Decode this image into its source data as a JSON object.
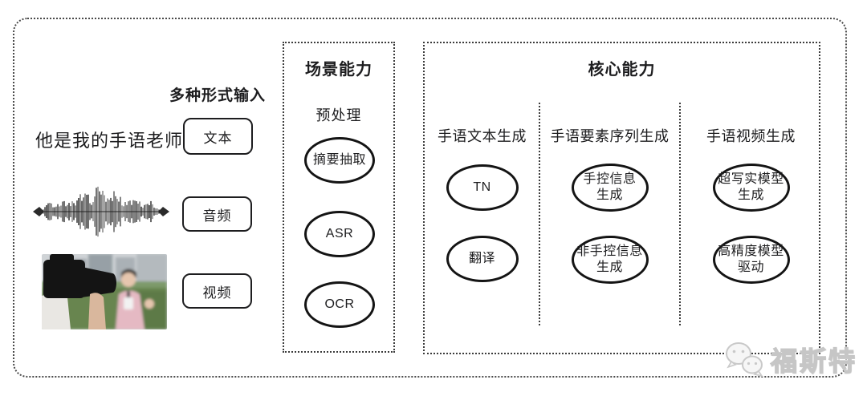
{
  "input_section": {
    "header": "多种形式输入",
    "sentence": "他是我的手语老师",
    "inputs": [
      {
        "label": "文本"
      },
      {
        "label": "音频"
      },
      {
        "label": "视频"
      }
    ]
  },
  "scene_section": {
    "title": "场景能力",
    "subtitle": "预处理",
    "nodes": [
      "摘要抽取",
      "ASR",
      "OCR"
    ]
  },
  "core_section": {
    "title": "核心能力",
    "columns": [
      {
        "header": "手语文本生成",
        "nodes": [
          "TN",
          "翻译"
        ]
      },
      {
        "header": "手语要素序列生成",
        "nodes": [
          "手控信息\n生成",
          "非手控信息\n生成"
        ]
      },
      {
        "header": "手语视频生成",
        "nodes": [
          "超写实模型\n生成",
          "高精度模型\n驱动"
        ]
      }
    ]
  },
  "watermark": {
    "label": "福斯特",
    "icon": "wechat-logo-icon"
  },
  "colors": {
    "background": "#ffffff",
    "line_black": "#141414",
    "dotted_border": "#3c3c3c",
    "watermark_gray": "#c6c6c6"
  }
}
